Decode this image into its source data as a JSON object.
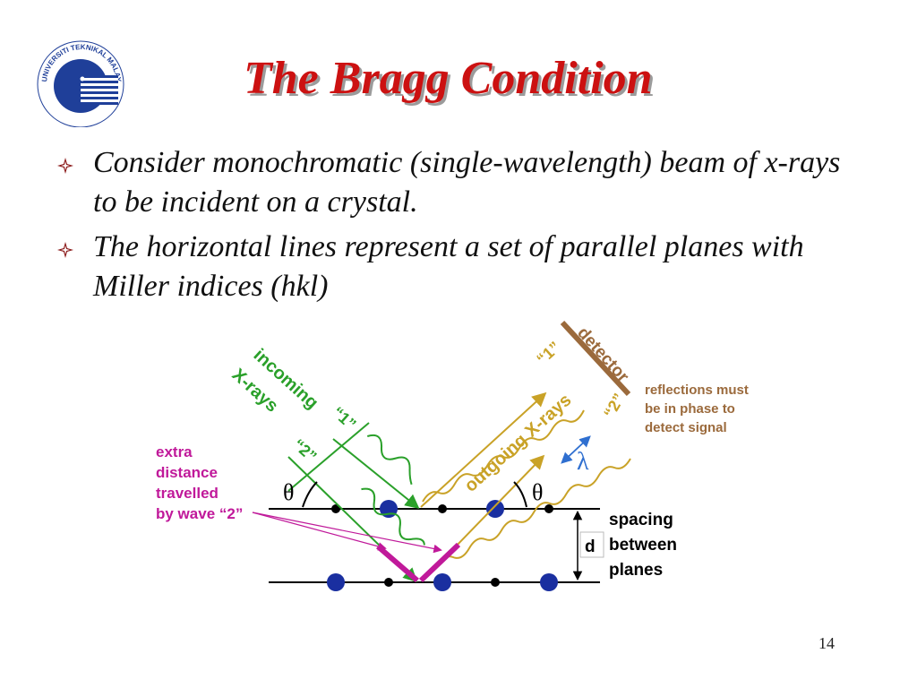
{
  "slide": {
    "title": "The Bragg Condition",
    "page_number": "14",
    "logo": {
      "text": "UNIVERSITI TEKNIKAL MALAYSIA MELAKA",
      "colors": {
        "primary": "#1f3f99",
        "stripe": "#ffffff"
      }
    },
    "bullets": [
      {
        "text": "Consider monochromatic (single-wavelength) beam of x-rays to be incident on a crystal."
      },
      {
        "text": "The horizontal lines represent a set of parallel planes with Miller indices (hkl)"
      }
    ],
    "bullet_icon": "diamond-bullet-icon",
    "colors": {
      "title": "#cc1111",
      "incoming": "#2aa02a",
      "outgoing": "#c9a227",
      "extra": "#c0199a",
      "detector": "#9b6a3c",
      "atom": "#1a2fa0",
      "lambda_arrow": "#2f6fd0"
    }
  },
  "diagram": {
    "incoming_label_1": "incoming",
    "incoming_label_2": "X-rays",
    "outgoing_label": "outgoing X-rays",
    "ray_1_in": "“1”",
    "ray_2_in": "“2”",
    "ray_1_out": "“1”",
    "ray_2_out": "“2”",
    "detector_label": "detector",
    "phase_note": [
      "reflections must",
      "be in phase to",
      "detect signal"
    ],
    "extra_distance": [
      "extra",
      "distance",
      "travelled",
      "by wave “2”"
    ],
    "theta_left": "θ",
    "theta_right": "θ",
    "lambda": "λ",
    "spacing_symbol": "d",
    "spacing_label": [
      "spacing",
      "between",
      "planes"
    ]
  }
}
